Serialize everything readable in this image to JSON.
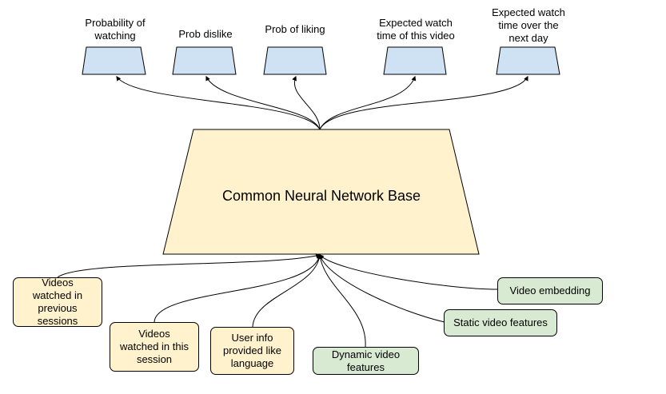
{
  "outputs": [
    {
      "id": "watching",
      "label": "Probability of\nwatching"
    },
    {
      "id": "dislike",
      "label": "Prob dislike"
    },
    {
      "id": "liking",
      "label": "Prob of liking"
    },
    {
      "id": "watch_time",
      "label": "Expected watch\ntime of this video"
    },
    {
      "id": "watch_next_day",
      "label": "Expected watch\ntime over the\nnext day"
    }
  ],
  "base": {
    "title": "Common Neural Network Base"
  },
  "inputs": [
    {
      "id": "prev_sessions",
      "label": "Videos\nwatched in\nprevious\nsessions",
      "color": "yellow"
    },
    {
      "id": "this_session",
      "label": "Videos\nwatched in this\nsession",
      "color": "yellow"
    },
    {
      "id": "user_info",
      "label": "User info\nprovided like\nlanguage",
      "color": "yellow"
    },
    {
      "id": "dynamic",
      "label": "Dynamic video\nfeatures",
      "color": "green"
    },
    {
      "id": "static",
      "label": "Static video features",
      "color": "green"
    },
    {
      "id": "embedding",
      "label": "Video embedding",
      "color": "green"
    }
  ],
  "colors": {
    "output_fill": "#cfe2f3",
    "base_fill": "#fff2cc",
    "input_yellow": "#fff2cc",
    "input_green": "#d9ead3",
    "stroke": "#000000"
  }
}
